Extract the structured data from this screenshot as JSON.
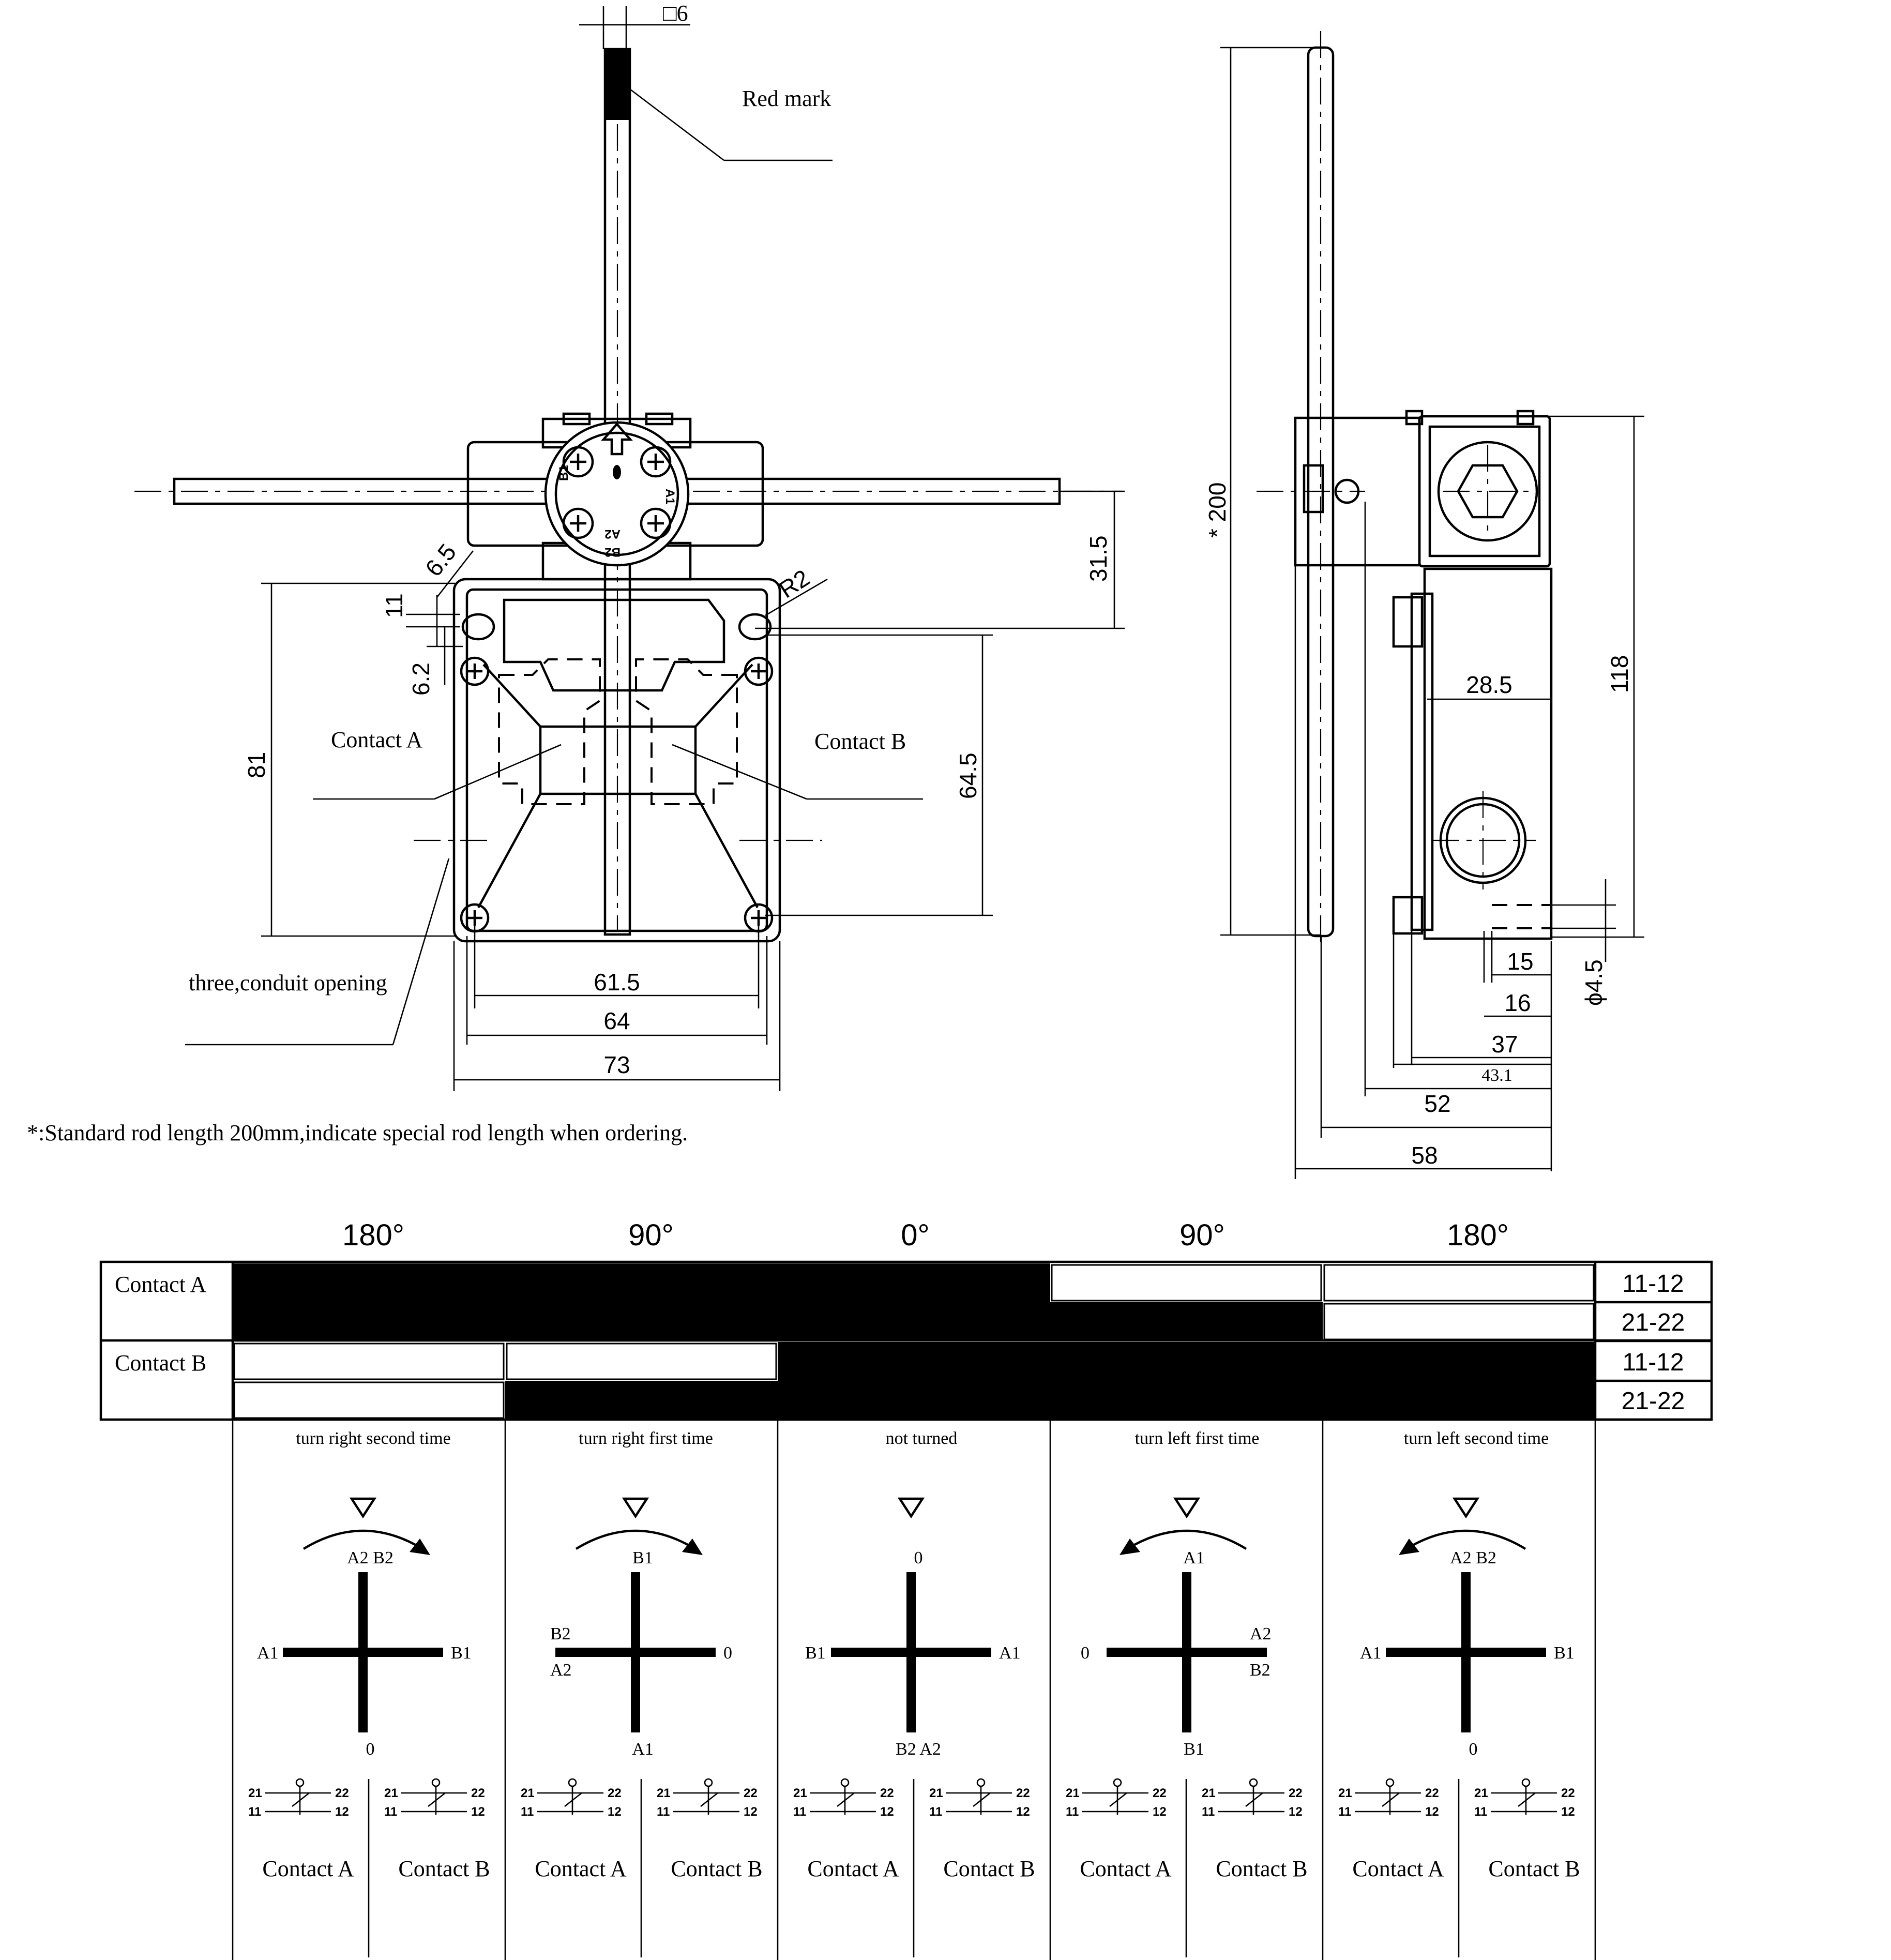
{
  "drawing": {
    "dims_front": {
      "square": "□6",
      "red_mark": "Red mark",
      "d65": "6.5",
      "r2": "R2",
      "d11": "11",
      "d62": "6.2",
      "d315": "31.5",
      "d81": "81",
      "d645": "64.5",
      "contact_a": "Contact A",
      "contact_b": "Contact B",
      "conduit": "three,conduit opening",
      "w615": "61.5",
      "w64": "64",
      "w73": "73"
    },
    "dims_side": {
      "rod": "* 200",
      "d118": "118",
      "d285": "28.5",
      "d15": "15",
      "d16": "16",
      "dia45": "ϕ4.5",
      "d37": "37",
      "d431": "43.1",
      "d52": "52",
      "d58": "58"
    },
    "head_labels": {
      "a1": "A1",
      "b1": "B1",
      "a2": "A2",
      "b2": "B2"
    },
    "note": "*:Standard rod length 200mm,indicate special rod length when ordering."
  },
  "table": {
    "angles": [
      "180°",
      "90°",
      "0°",
      "90°",
      "180°"
    ],
    "rows": [
      {
        "contact": "Contact A",
        "code": "11-12",
        "state": [
          1,
          1,
          1,
          0,
          0
        ]
      },
      {
        "contact": "",
        "code": "21-22",
        "state": [
          1,
          1,
          1,
          1,
          0
        ]
      },
      {
        "contact": "Contact B",
        "code": "11-12",
        "state": [
          0,
          0,
          1,
          1,
          1
        ]
      },
      {
        "contact": "",
        "code": "21-22",
        "state": [
          0,
          1,
          1,
          1,
          1
        ]
      }
    ],
    "columns": [
      {
        "caption": "turn right second time",
        "arrow": "cw",
        "top": "A2  B2",
        "left": "A1",
        "right": "B1",
        "bottom": "0"
      },
      {
        "caption": "turn right first time",
        "arrow": "cw",
        "top": "B1",
        "left": "B2|A2",
        "right": "0",
        "bottom": "A1"
      },
      {
        "caption": "not turned",
        "arrow": "none",
        "top": "0",
        "left": "B1",
        "right": "A1",
        "bottom": "B2  A2"
      },
      {
        "caption": "turn left first time",
        "arrow": "ccw",
        "top": "A1",
        "left": "0",
        "right": "A2|B2",
        "bottom": "B1"
      },
      {
        "caption": "turn left second time",
        "arrow": "ccw",
        "top": "A2  B2",
        "left": "A1",
        "right": "B1",
        "bottom": "0"
      }
    ],
    "terminals": {
      "t21": "21",
      "t11": "11",
      "t22": "22",
      "t12": "12"
    },
    "contact_labels": [
      "Contact A",
      "Contact B"
    ]
  }
}
